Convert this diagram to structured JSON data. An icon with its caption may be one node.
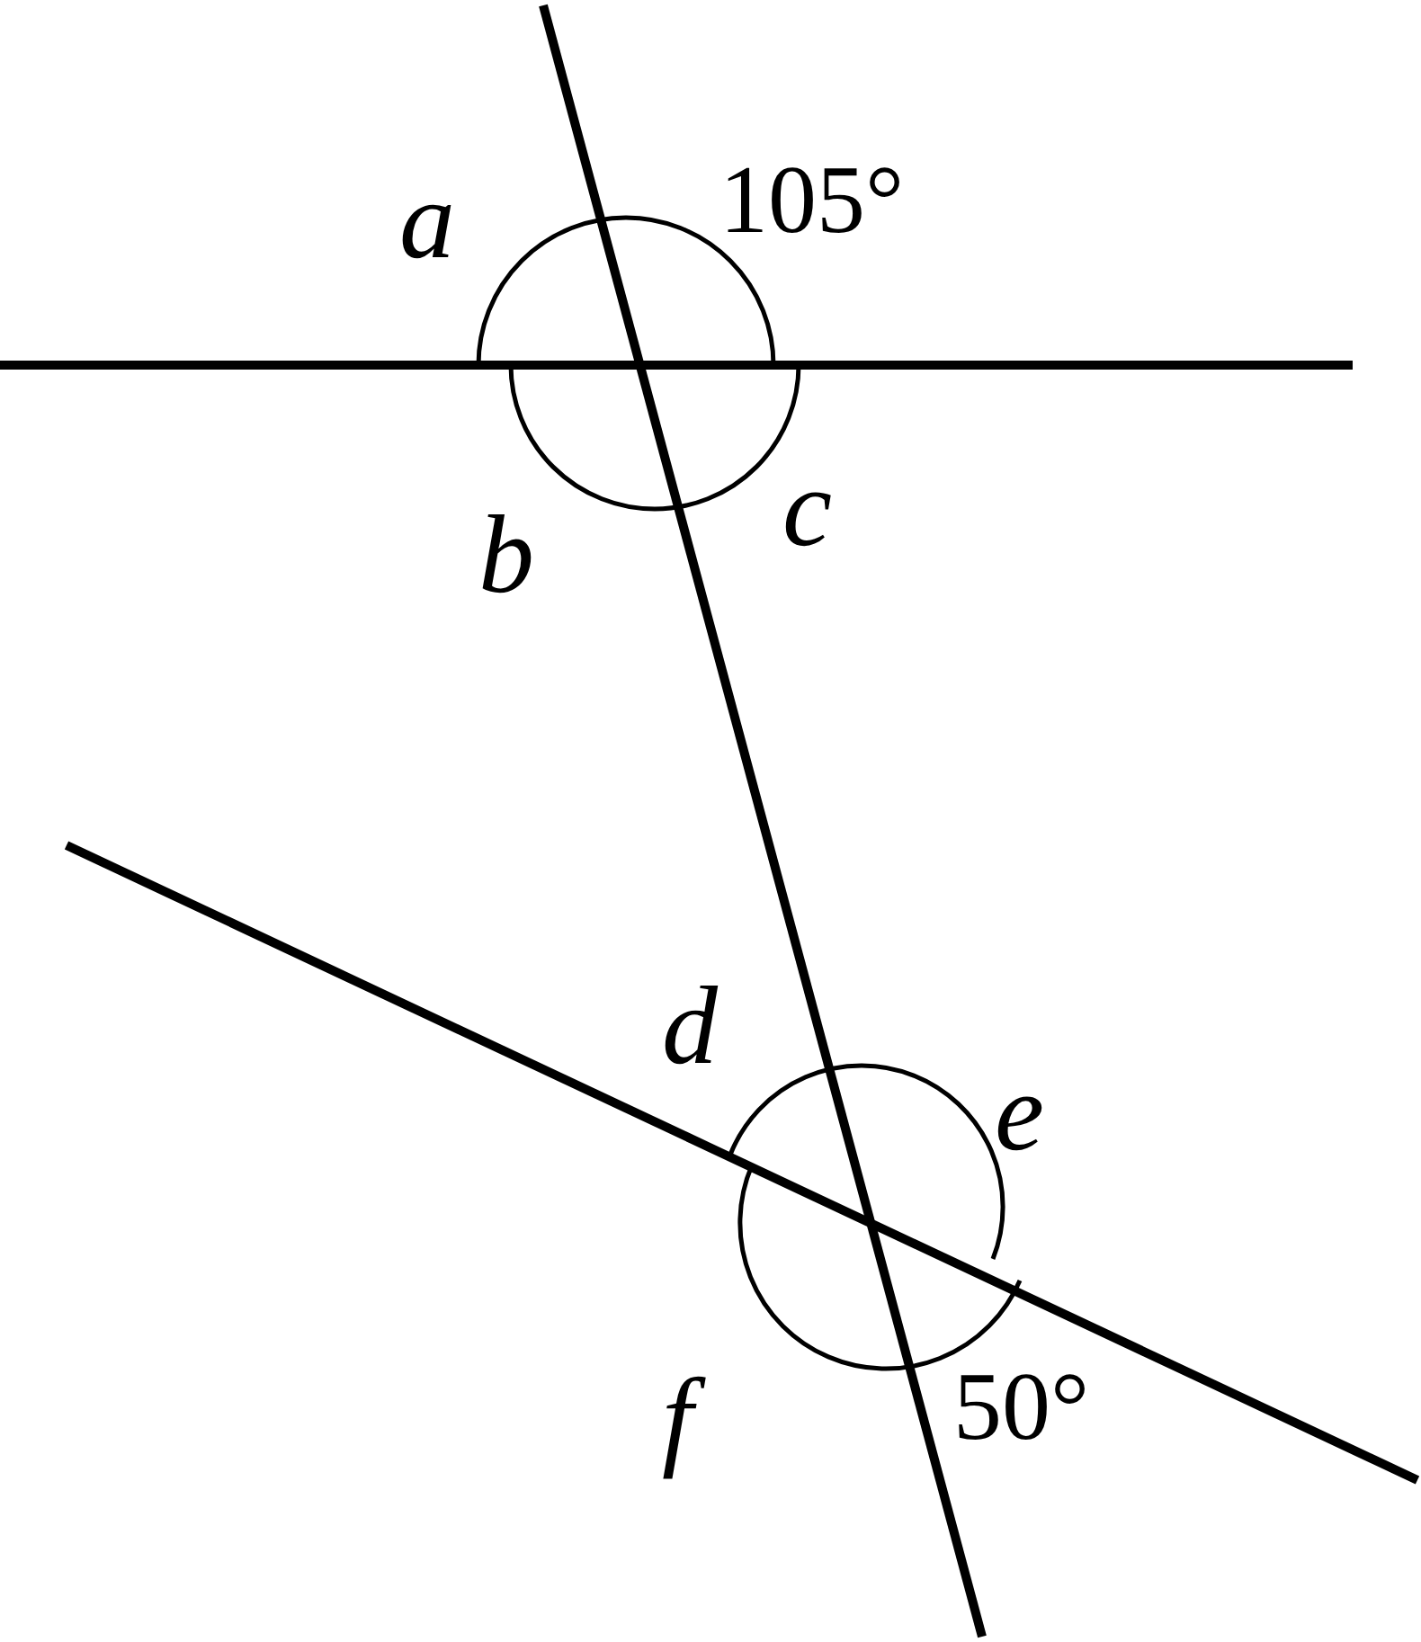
{
  "diagram": {
    "labels": [
      "a",
      "105°",
      "b",
      "c",
      "d",
      "e",
      "f",
      "50°"
    ]
  }
}
